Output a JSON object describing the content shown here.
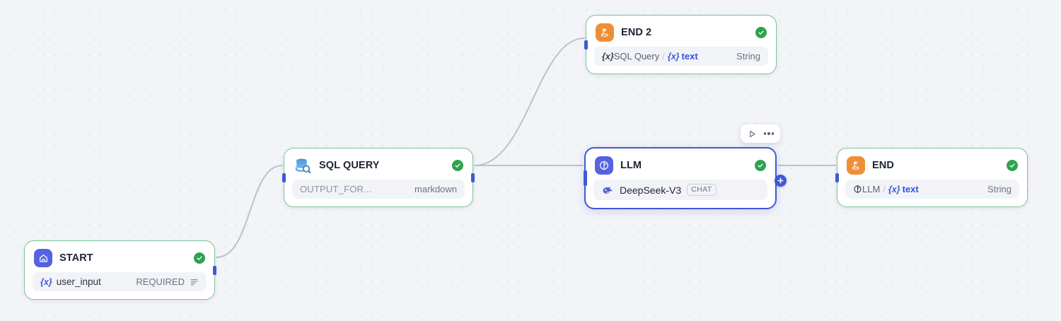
{
  "canvas": {
    "background_color": "#f2f4f8",
    "dot_color": "#e2e5ec",
    "accent_blue": "#3f59d9",
    "status_green": "#2fa24f",
    "node_border_green": "#7cc49a",
    "node_border_selected": "#3f59d9"
  },
  "nodes": {
    "start": {
      "title": "START",
      "icon": "home-icon",
      "icon_color": "#3f59d9",
      "status": "success",
      "field": {
        "variable_token": "{x}",
        "name": "user_input",
        "badge": "REQUIRED",
        "trailing_icon": "paragraph-lines-icon"
      }
    },
    "sql_query": {
      "title": "SQL QUERY",
      "icon": "database-search-icon",
      "icon_color": "#5292d6",
      "status": "success",
      "field": {
        "label": "OUTPUT_FOR...",
        "value": "markdown"
      }
    },
    "llm": {
      "title": "LLM",
      "icon": "llm-circle-icon",
      "icon_color": "#5563e0",
      "status": "success",
      "selected": true,
      "model": {
        "icon": "deepseek-whale-icon",
        "name": "DeepSeek-V3",
        "badge": "CHAT"
      },
      "add_button_label": "+"
    },
    "end2": {
      "title": "END 2",
      "icon": "flag-pin-icon",
      "icon_color": "#ef8f35",
      "status": "success",
      "field": {
        "source_token": "{x}",
        "source": "SQL Query",
        "separator": "/",
        "output_token": "{x}",
        "output": "text",
        "type": "String"
      }
    },
    "end": {
      "title": "END",
      "icon": "flag-pin-icon",
      "icon_color": "#ef8f35",
      "status": "success",
      "field": {
        "source_icon": "llm-circle-icon",
        "source": "LLM",
        "separator": "/",
        "output_token": "{x}",
        "output": "text",
        "type": "String"
      }
    }
  },
  "toolbar": {
    "run_label": "run-node",
    "more_label": "more-options"
  },
  "edges": [
    {
      "from": "start",
      "to": "sql_query"
    },
    {
      "from": "sql_query",
      "to": "end2"
    },
    {
      "from": "sql_query",
      "to": "llm"
    },
    {
      "from": "llm",
      "to": "end"
    }
  ]
}
